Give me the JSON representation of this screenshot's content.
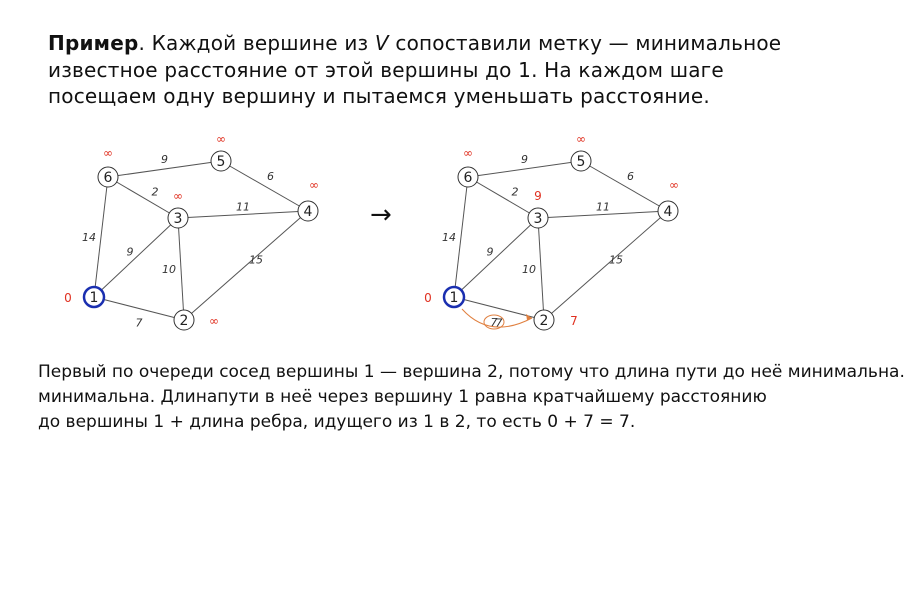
{
  "intro": {
    "bold": "Пример",
    "t1": ". Каждой вершине из ",
    "ital": "V",
    "t2": " сопоставили метку — минимальное известное расстояние от этой вершины до 1. На каждом шаге посещаем одну вершину и пытаемся уменьшать расстояние."
  },
  "arrow": "→",
  "graph_left": {
    "vertices": [
      {
        "id": "1",
        "label": "1",
        "dist": "0",
        "highlight": true
      },
      {
        "id": "2",
        "label": "2",
        "dist": "∞",
        "highlight": false
      },
      {
        "id": "3",
        "label": "3",
        "dist": "∞",
        "highlight": false
      },
      {
        "id": "4",
        "label": "4",
        "dist": "∞",
        "highlight": false
      },
      {
        "id": "5",
        "label": "5",
        "dist": "∞",
        "highlight": false
      },
      {
        "id": "6",
        "label": "6",
        "dist": "∞",
        "highlight": false
      }
    ],
    "edges": [
      {
        "from": "1",
        "to": "2",
        "w": "7"
      },
      {
        "from": "1",
        "to": "3",
        "w": "9"
      },
      {
        "from": "1",
        "to": "6",
        "w": "14"
      },
      {
        "from": "2",
        "to": "3",
        "w": "10"
      },
      {
        "from": "2",
        "to": "4",
        "w": "15"
      },
      {
        "from": "3",
        "to": "4",
        "w": "11"
      },
      {
        "from": "3",
        "to": "6",
        "w": "2"
      },
      {
        "from": "4",
        "to": "5",
        "w": "6"
      },
      {
        "from": "5",
        "to": "6",
        "w": "9"
      }
    ]
  },
  "graph_right": {
    "vertices": [
      {
        "id": "1",
        "label": "1",
        "dist": "0",
        "highlight": true
      },
      {
        "id": "2",
        "label": "2",
        "dist": "7",
        "highlight": false
      },
      {
        "id": "3",
        "label": "3",
        "dist": "9",
        "highlight": false
      },
      {
        "id": "4",
        "label": "4",
        "dist": "∞",
        "highlight": false
      },
      {
        "id": "5",
        "label": "5",
        "dist": "∞",
        "highlight": false
      },
      {
        "id": "6",
        "label": "6",
        "dist": "∞",
        "highlight": false
      }
    ],
    "edges": [
      {
        "from": "1",
        "to": "2",
        "w": "7"
      },
      {
        "from": "1",
        "to": "3",
        "w": "9"
      },
      {
        "from": "1",
        "to": "6",
        "w": "14"
      },
      {
        "from": "2",
        "to": "3",
        "w": "10"
      },
      {
        "from": "2",
        "to": "4",
        "w": "15"
      },
      {
        "from": "3",
        "to": "4",
        "w": "11"
      },
      {
        "from": "3",
        "to": "6",
        "w": "2"
      },
      {
        "from": "4",
        "to": "5",
        "w": "6"
      },
      {
        "from": "5",
        "to": "6",
        "w": "9"
      }
    ],
    "relax_label": "7"
  },
  "colors": {
    "highlight": "#1a2fb0",
    "dist": "#e03020",
    "edge": "#555555"
  },
  "bottom": {
    "line1": "Первый по очереди сосед вершины 1 — вершина 2, потому что длина пути до неё минимальна.",
    "line2": "минимальна. Длинапути в неё через вершину 1 равна кратчайшему расстоянию",
    "line3": "до вершины 1 + длина ребра, идущего из 1 в 2, то есть 0 + 7 = 7."
  }
}
